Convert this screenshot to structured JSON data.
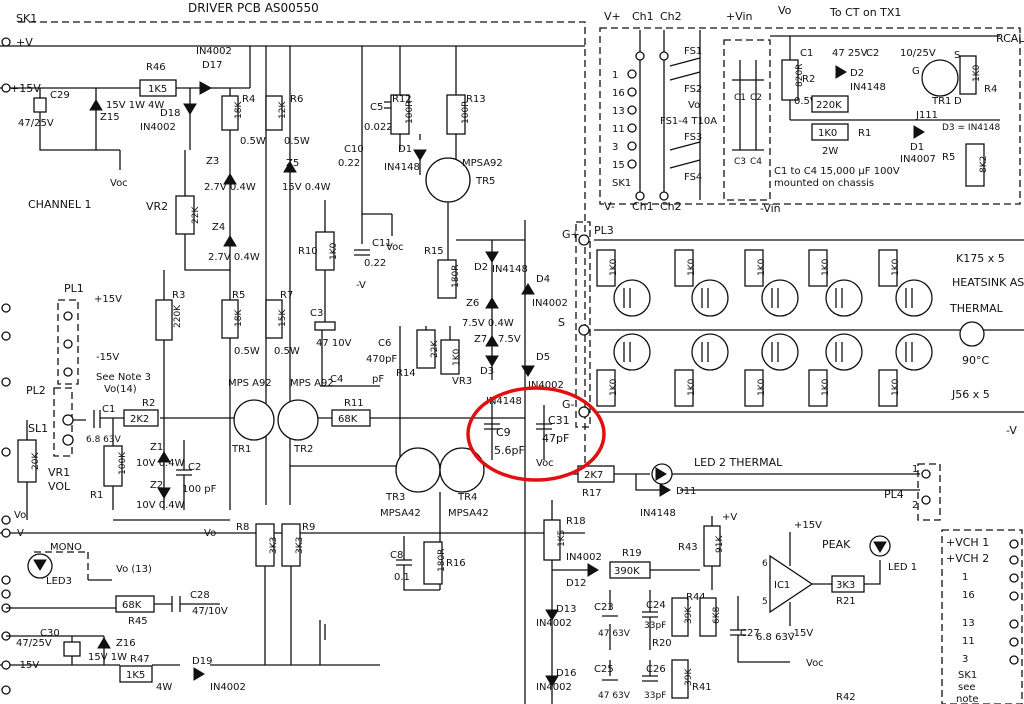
{
  "header": {
    "title": "DRIVER PCB AS00550",
    "sk1": "SK1",
    "plus_v": "+V",
    "plus_15v": "+15V",
    "to_ct": "To CT on TX1",
    "v_plus": "V+",
    "ch1": "Ch1",
    "ch2": "Ch2",
    "vin_plus": "+Vin",
    "vo_top": "Vo",
    "rcal": "RCAL"
  },
  "labels": {
    "channel": "CHANNEL 1",
    "see_note": "See Note 3",
    "vo14": "Vo(14)",
    "vo13": "Vo (13)",
    "mono": "MONO",
    "vol": "VOL",
    "voc": "Voc",
    "vo": "Vo",
    "minus_v": "-V",
    "minus_15v": "-15V",
    "plus_15v_opamp": "+15V",
    "peak": "PEAK",
    "thermal_led": "LED 2 THERMAL",
    "heatsink": "HEATSINK AS00552",
    "thermal": "THERMAL",
    "temp": "90°C",
    "k175": "K175 x 5",
    "j56": "J56 x 5",
    "pl3": "PL3",
    "pl4": "PL4",
    "cap_note_1": "C1 to C4 15,000 µF 100V",
    "cap_note_2": "mounted on chassis",
    "minus_vin": "-Vin",
    "v_minus": "V-",
    "fs14": "FS1-4 T10A",
    "vch1": "+VCH 1",
    "vch2": "+VCH 2",
    "sk1_see": "SK1",
    "see": "see",
    "note": "note"
  },
  "parts": {
    "r46": "R46",
    "r46_val": "1K5",
    "r46_w": "4W",
    "d17": "D17",
    "d17_type": "IN4002",
    "d18": "D18",
    "d18_type": "IN4002",
    "c29": "C29",
    "c29_val": "47/25V",
    "z15": "Z15",
    "z15_val": "15V 1W",
    "r4": "R4",
    "r4_val": "18K",
    "r4_w": "0.5W",
    "r6": "R6",
    "r6_val": "12K",
    "r6_w": "0.5W",
    "z3": "Z3",
    "z3_val": "2.7V 0.4W",
    "z5": "Z5",
    "z5_val": "15V 0.4W",
    "z4": "Z4",
    "z4_val": "2.7V 0.4W",
    "vr2": "VR2",
    "vr2_val": "22K",
    "r3": "R3",
    "r3_val": "220K",
    "r5": "R5",
    "r5_val": "18K",
    "r5_w": "0.5W",
    "r7": "R7",
    "r7_val": "15K",
    "r7_w": "0.5W",
    "r10": "R10",
    "r10_val": "1K0",
    "c3": "C3",
    "c3_val": "47 10V",
    "c5": "C5",
    "c5_val": "0.022",
    "c10": "C10",
    "c10_val": "0.22",
    "c11": "C11",
    "c11_val": "0.22",
    "r12": "R12",
    "r12_val": "100R",
    "r13": "R13",
    "r13_val": "100R",
    "d1": "D1",
    "d1_type": "IN4148",
    "tr5": "TR5",
    "tr5_type": "MPSA92",
    "r15": "R15",
    "r15_val": "180R",
    "d2": "D2",
    "d2_type": "IN4148",
    "d4": "D4",
    "d4_type": "IN4002",
    "z6": "Z6",
    "z6_val": "7.5V 0.4W",
    "z7": "Z7",
    "z7_val": "7.5V",
    "d3": "D3",
    "d3_type": "IN4148",
    "d5": "D5",
    "d5_type": "IN4002",
    "c6": "C6",
    "c6_val": "470pF",
    "r14": "R14",
    "r14_val": "22K",
    "vr3": "VR3",
    "vr3_val": "1K0",
    "c4": "C4",
    "c4_val": "pF",
    "r11": "R11",
    "r11_val": "68K",
    "c9": "C9",
    "c9_val": "5.6pF",
    "c31": "C31",
    "c31_val": "47pF",
    "tr1": "TR1",
    "tr1_type": "MPS A92",
    "tr2": "TR2",
    "tr2_type": "MPS A92",
    "tr3": "TR3",
    "tr3_type": "MPSA42",
    "tr4": "TR4",
    "tr4_type": "MPSA42",
    "r8": "R8",
    "r8_val": "3K3",
    "r9": "R9",
    "r9_val": "3K3",
    "c8": "C8",
    "c8_val": "0.1",
    "r16": "R16",
    "r16_val": "180R",
    "pl1": "PL1",
    "pl2": "PL2",
    "sl1": "SL1",
    "c1": "C1",
    "c1_val": "6.8 63V",
    "r2": "R2",
    "r2_val": "2K2",
    "r1": "R1",
    "r1_val": "100K",
    "vr1": "VR1",
    "vr1_val": "20K",
    "z1": "Z1",
    "z1_val": "10V 0.4W",
    "z2": "Z2",
    "z2_val": "10V 0.4W",
    "c2": "C2",
    "c2_val": "100 pF",
    "led3": "LED3",
    "c28": "C28",
    "c28_val": "47/10V",
    "r45": "R45",
    "r45_val": "68K",
    "c30": "C30",
    "c30_val": "47/25V",
    "z16": "Z16",
    "z16_val": "15V 1W",
    "r47": "R47",
    "r47_val": "1K5",
    "r47_w": "4W",
    "d19": "D19",
    "d19_type": "IN4002",
    "r17": "R17",
    "r17_val": "2K7",
    "d11": "D11",
    "d11_type": "IN4148",
    "r18": "R18",
    "r18_val": "1K5",
    "d12": "D12",
    "d12_type": "IN4002",
    "r19": "R19",
    "r19_val": "390K",
    "r43": "R43",
    "r43_val": "91K",
    "d13": "D13",
    "d13_type": "IN4002",
    "c23": "C23",
    "c23_val": "47 63V",
    "c24": "C24",
    "c24_val": "33pF",
    "r20": "R20",
    "r44": "R44",
    "r44_val": "39K",
    "r44b_val": "6K8",
    "c27": "C27",
    "c27_val": "6.8 63V",
    "ic1": "IC1",
    "r21": "R21",
    "r21_val": "3K3",
    "led1": "LED 1",
    "d16": "D16",
    "d16_type": "IN4002",
    "c25": "C25",
    "c25_val": "47 63V",
    "c26": "C26",
    "c26_val": "33pF",
    "r41": "R41",
    "r41_val": "39K",
    "r42": "R42",
    "psu_c1": "C1",
    "psu_c1_val": "47 25V",
    "psu_c2": "C2",
    "psu_c2_val": "10/25V",
    "psu_r2": "R2",
    "psu_r2_val": "820R",
    "psu_r2_w": "0.5W",
    "psu_d2": "D2",
    "psu_d2_type": "IN4148",
    "psu_r3": "220K",
    "psu_r1": "R1",
    "psu_r1_val": "1K0",
    "psu_r1_w": "2W",
    "psu_d1": "D1",
    "psu_d1_type": "IN4007",
    "psu_tr1": "TR1",
    "psu_tr1_type": "J111",
    "psu_r4": "R4",
    "psu_r4_val": "1K0",
    "psu_r5": "R5",
    "psu_r5_val": "8K2",
    "psu_d3": "D3 = IN4148",
    "fs1": "FS1",
    "fs2": "FS2",
    "fs3": "FS3",
    "fs4": "FS4",
    "cap_c1": "C1",
    "cap_c2": "C2",
    "cap_c3": "C3",
    "cap_c4": "C4",
    "mosfet_r": "1K0"
  },
  "pins": {
    "p1": "1",
    "p2": "2",
    "p3": "3",
    "p5": "5",
    "p6": "6",
    "p11": "11",
    "p13": "13",
    "p15": "15",
    "p16": "16",
    "p_g_plus": "G+",
    "p_s": "S",
    "p_g_minus": "G-",
    "tr_g": "G",
    "tr_s": "S",
    "tr_d": "D"
  },
  "annotation": {
    "color": "#e01010"
  }
}
